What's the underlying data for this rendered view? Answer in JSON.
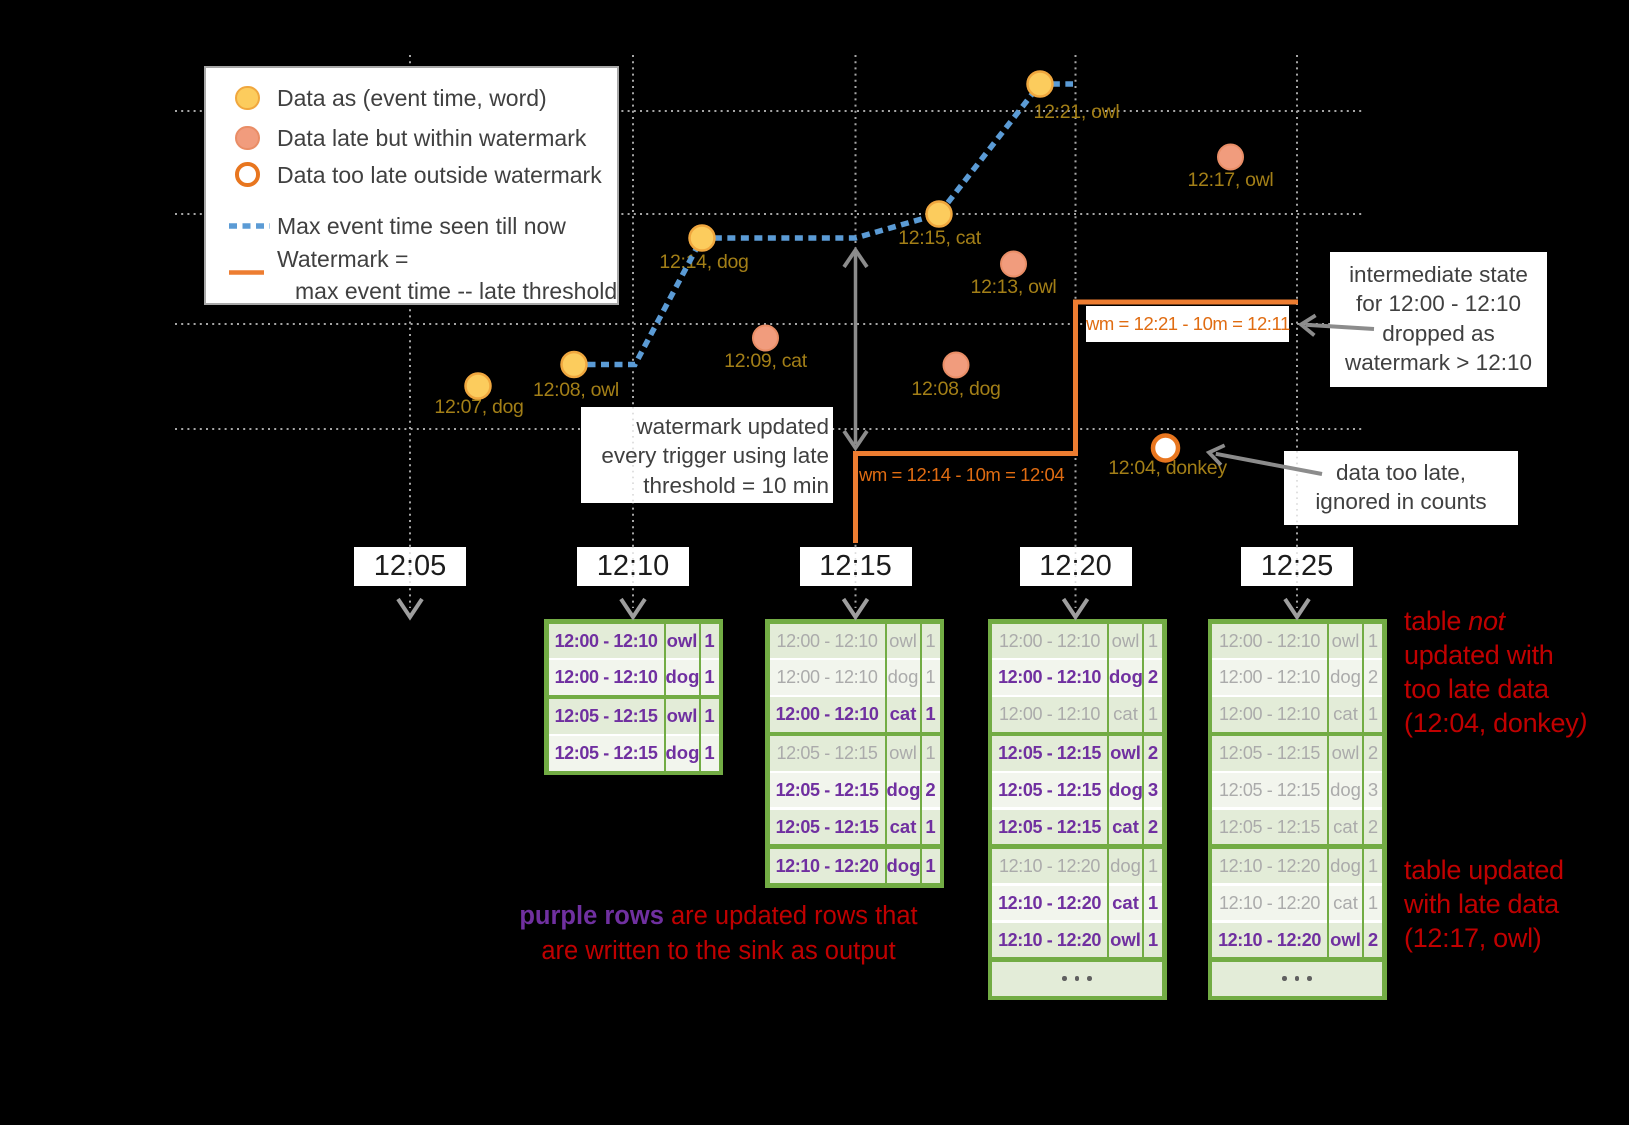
{
  "legend": {
    "items": [
      {
        "icon": "on-time-dot-icon",
        "label": "Data as (event time, word)"
      },
      {
        "icon": "late-dot-icon",
        "label": "Data late but within watermark"
      },
      {
        "icon": "too-late-dot-icon",
        "label": "Data too late outside watermark"
      },
      {
        "icon": "max-event-time-line-icon",
        "label": "Max event time seen till now"
      },
      {
        "icon": "watermark-line-icon",
        "label": "Watermark =",
        "label2": "max event time -- late threshold"
      }
    ]
  },
  "points": [
    {
      "event_time": "12:07",
      "word": "dog",
      "label": "12:07, dog",
      "kind": "on-time"
    },
    {
      "event_time": "12:08",
      "word": "owl",
      "label": "12:08, owl",
      "kind": "on-time"
    },
    {
      "event_time": "12:14",
      "word": "dog",
      "label": "12:14, dog",
      "kind": "on-time"
    },
    {
      "event_time": "12:15",
      "word": "cat",
      "label": "12:15, cat",
      "kind": "on-time"
    },
    {
      "event_time": "12:21",
      "word": "owl",
      "label": "12:21, owl",
      "kind": "on-time"
    },
    {
      "event_time": "12:09",
      "word": "cat",
      "label": "12:09, cat",
      "kind": "late"
    },
    {
      "event_time": "12:08",
      "word": "dog",
      "label": "12:08, dog",
      "kind": "late"
    },
    {
      "event_time": "12:13",
      "word": "owl",
      "label": "12:13, owl",
      "kind": "late"
    },
    {
      "event_time": "12:17",
      "word": "owl",
      "label": "12:17, owl",
      "kind": "late"
    },
    {
      "event_time": "12:04",
      "word": "donkey",
      "label": "12:04, donkey",
      "kind": "too-late"
    }
  ],
  "watermark_labels": {
    "first": "wm = 12:14 - 10m = 12:04",
    "second": "wm = 12:21 - 10m = 12:11"
  },
  "callouts": {
    "watermark_updated": {
      "lines": [
        "watermark updated",
        "every trigger using late",
        "threshold = 10 min"
      ]
    },
    "intermediate_state": {
      "lines": [
        "intermediate state",
        "for 12:00 - 12:10",
        "dropped as",
        "watermark > 12:10"
      ]
    },
    "too_late": {
      "lines": [
        "data too late,",
        "ignored in counts"
      ]
    }
  },
  "triggers": [
    "12:05",
    "12:10",
    "12:15",
    "12:20",
    "12:25"
  ],
  "tables": [
    {
      "trigger": "12:10",
      "more": false,
      "groups": [
        [
          {
            "window": "12:00 - 12:10",
            "word": "owl",
            "count": "1",
            "updated": true
          },
          {
            "window": "12:00 - 12:10",
            "word": "dog",
            "count": "1",
            "updated": true
          }
        ],
        [
          {
            "window": "12:05 - 12:15",
            "word": "owl",
            "count": "1",
            "updated": true
          },
          {
            "window": "12:05 - 12:15",
            "word": "dog",
            "count": "1",
            "updated": true
          }
        ]
      ]
    },
    {
      "trigger": "12:15",
      "more": false,
      "groups": [
        [
          {
            "window": "12:00 - 12:10",
            "word": "owl",
            "count": "1",
            "updated": false
          },
          {
            "window": "12:00 - 12:10",
            "word": "dog",
            "count": "1",
            "updated": false
          },
          {
            "window": "12:00 - 12:10",
            "word": "cat",
            "count": "1",
            "updated": true
          }
        ],
        [
          {
            "window": "12:05 - 12:15",
            "word": "owl",
            "count": "1",
            "updated": false
          },
          {
            "window": "12:05 - 12:15",
            "word": "dog",
            "count": "2",
            "updated": true
          },
          {
            "window": "12:05 - 12:15",
            "word": "cat",
            "count": "1",
            "updated": true
          }
        ],
        [
          {
            "window": "12:10 - 12:20",
            "word": "dog",
            "count": "1",
            "updated": true
          }
        ]
      ]
    },
    {
      "trigger": "12:20",
      "more": true,
      "groups": [
        [
          {
            "window": "12:00 - 12:10",
            "word": "owl",
            "count": "1",
            "updated": false
          },
          {
            "window": "12:00 - 12:10",
            "word": "dog",
            "count": "2",
            "updated": true
          },
          {
            "window": "12:00 - 12:10",
            "word": "cat",
            "count": "1",
            "updated": false
          }
        ],
        [
          {
            "window": "12:05 - 12:15",
            "word": "owl",
            "count": "2",
            "updated": true
          },
          {
            "window": "12:05 - 12:15",
            "word": "dog",
            "count": "3",
            "updated": true
          },
          {
            "window": "12:05 - 12:15",
            "word": "cat",
            "count": "2",
            "updated": true
          }
        ],
        [
          {
            "window": "12:10 - 12:20",
            "word": "dog",
            "count": "1",
            "updated": false
          },
          {
            "window": "12:10 - 12:20",
            "word": "cat",
            "count": "1",
            "updated": true
          },
          {
            "window": "12:10 - 12:20",
            "word": "owl",
            "count": "1",
            "updated": true
          }
        ]
      ]
    },
    {
      "trigger": "12:25",
      "more": true,
      "groups": [
        [
          {
            "window": "12:00 - 12:10",
            "word": "owl",
            "count": "1",
            "updated": false
          },
          {
            "window": "12:00 - 12:10",
            "word": "dog",
            "count": "2",
            "updated": false
          },
          {
            "window": "12:00 - 12:10",
            "word": "cat",
            "count": "1",
            "updated": false
          }
        ],
        [
          {
            "window": "12:05 - 12:15",
            "word": "owl",
            "count": "2",
            "updated": false
          },
          {
            "window": "12:05 - 12:15",
            "word": "dog",
            "count": "3",
            "updated": false
          },
          {
            "window": "12:05 - 12:15",
            "word": "cat",
            "count": "2",
            "updated": false
          }
        ],
        [
          {
            "window": "12:10 - 12:20",
            "word": "dog",
            "count": "1",
            "updated": false
          },
          {
            "window": "12:10 - 12:20",
            "word": "cat",
            "count": "1",
            "updated": false
          },
          {
            "window": "12:10 - 12:20",
            "word": "owl",
            "count": "2",
            "updated": true
          }
        ]
      ]
    }
  ],
  "notes": {
    "not_updated": {
      "lines": [
        [
          [
            "table ",
            false
          ],
          [
            "not",
            true
          ]
        ],
        [
          [
            "updated with",
            false
          ]
        ],
        [
          [
            "too late data",
            false
          ]
        ],
        [
          [
            "(12:04, donkey",
            false
          ],
          [
            ")",
            true
          ]
        ]
      ]
    },
    "updated": {
      "lines": [
        [
          [
            "table updated",
            false
          ]
        ],
        [
          [
            "with late data",
            false
          ]
        ],
        [
          [
            "(12:17, owl)",
            false
          ]
        ]
      ]
    },
    "purple_note": {
      "purple": "purple rows",
      "line1_rest": " are updated rows that",
      "line2": "are written to the sink as output"
    }
  },
  "colors": {
    "background": "#000000",
    "grid": "#A6A6A6",
    "max_event_time_line": "#5B9BD5",
    "watermark_line": "#ED7D31",
    "watermark_text": "#E06C12",
    "point_label": "#A37F17",
    "on_time_fill": "#FCCC5D",
    "on_time_stroke": "#F0A73E",
    "late_fill": "#F19C7D",
    "late_stroke": "#E98D66",
    "too_late_stroke": "#E8761F",
    "table_green": "#72AC44",
    "cell_green": "#E3ECD8",
    "cell_white": "#F2F5ED",
    "updated_purple": "#7030A0",
    "old_gray": "#ABABAB",
    "callout_text": "#404040",
    "note_red": "#C00000",
    "arrow_gray": "#8C8C8C"
  }
}
